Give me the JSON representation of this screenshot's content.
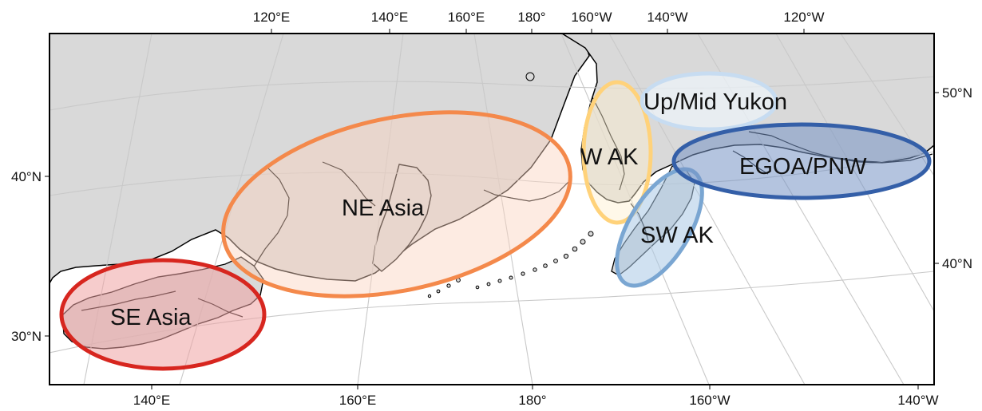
{
  "colors": {
    "land": "#d9d9d9",
    "ocean": "#ffffff",
    "coastline": "#000000",
    "graticule": "#c9c9c9",
    "frame": "#000000"
  },
  "axes": {
    "top": [
      "120°E",
      "140°E",
      "160°E",
      "180°",
      "160°W",
      "140°W",
      "120°W"
    ],
    "bottom": [
      "140°E",
      "160°E",
      "180°",
      "160°W",
      "140°W"
    ],
    "left": [
      "40°N",
      "30°N"
    ],
    "right": [
      "50°N",
      "40°N"
    ]
  },
  "regions": [
    {
      "label": "SE Asia",
      "stroke": "#d7261f",
      "fill": "#efa3a3"
    },
    {
      "label": "NE Asia",
      "stroke": "#f4894b",
      "fill": "#fbd2bf"
    },
    {
      "label": "W AK",
      "stroke": "#ffd27a",
      "fill": "#fff0cf"
    },
    {
      "label": "SW AK",
      "stroke": "#7aa6d2",
      "fill": "#a9c8e6"
    },
    {
      "label": "Up/Mid Yukon",
      "stroke": "#c7dcf1",
      "fill": "#eef5fb"
    },
    {
      "label": "EGOA/PNW",
      "stroke": "#345fa8",
      "fill": "#7693c5"
    }
  ]
}
